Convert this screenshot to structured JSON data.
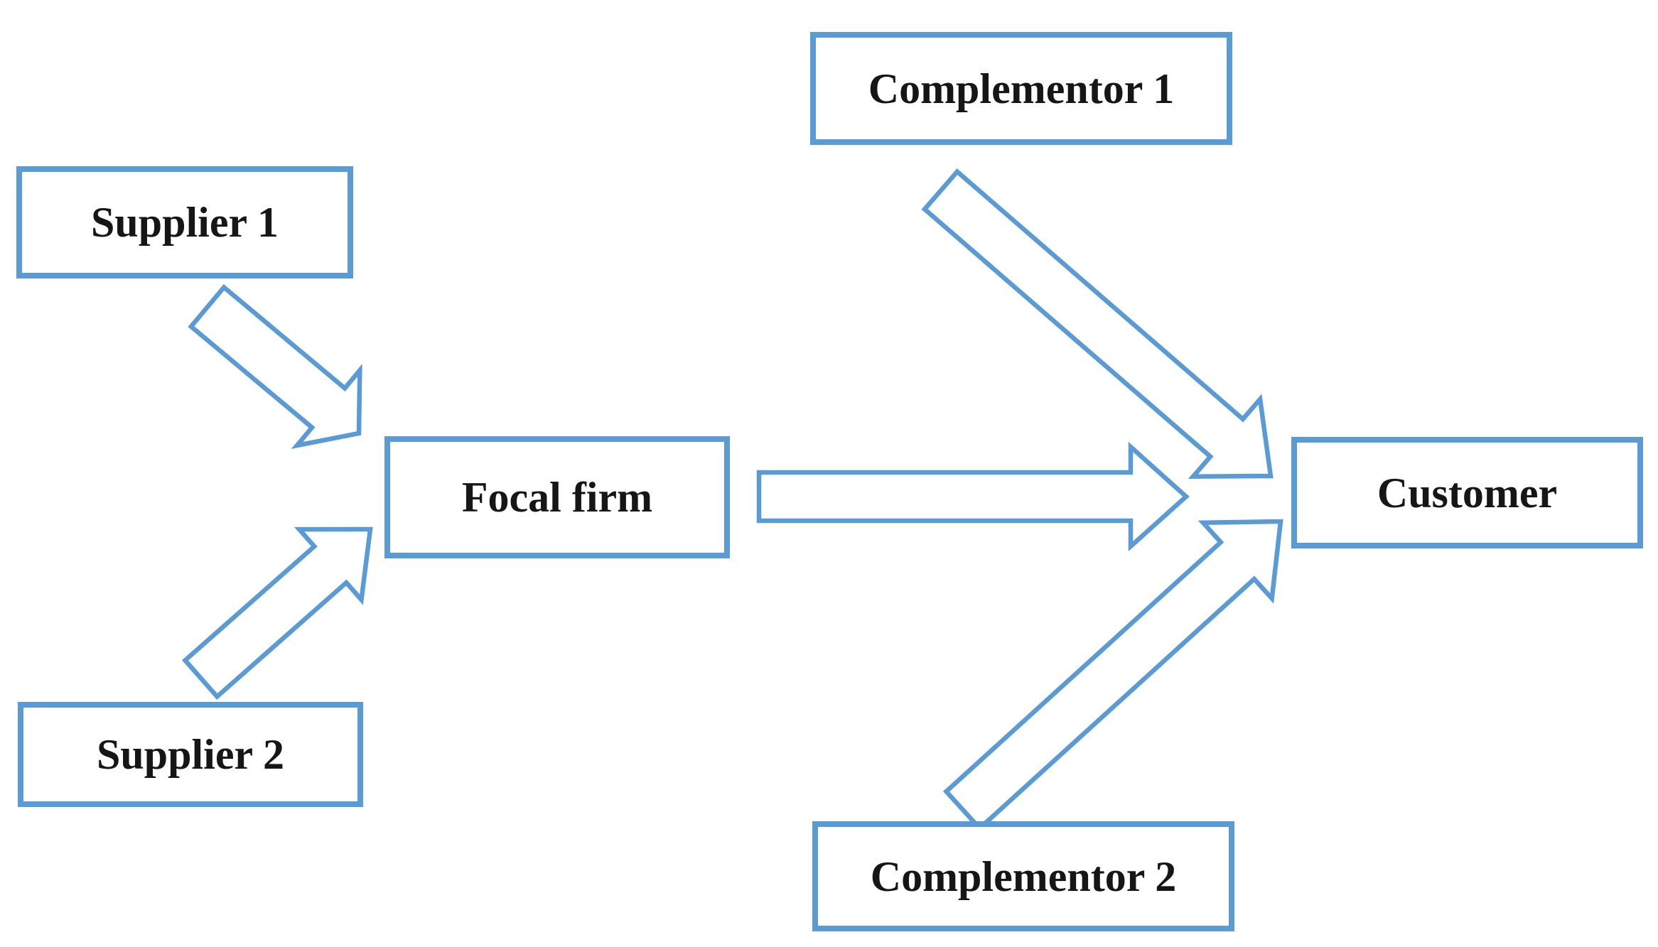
{
  "colors": {
    "accent": "#5B9BD5",
    "box_fill": "#FFFFFF",
    "text": "#161616",
    "background": "#FFFFFF"
  },
  "diagram": {
    "type": "value-network-diagram",
    "nodes": {
      "supplier1": {
        "label": "Supplier 1"
      },
      "supplier2": {
        "label": "Supplier 2"
      },
      "focal_firm": {
        "label": "Focal firm"
      },
      "complementor1": {
        "label": "Complementor 1"
      },
      "complementor2": {
        "label": "Complementor 2"
      },
      "customer": {
        "label": "Customer"
      }
    },
    "edges": [
      {
        "from": "Supplier 1",
        "to": "Focal firm",
        "style": "block-arrow"
      },
      {
        "from": "Supplier 2",
        "to": "Focal firm",
        "style": "block-arrow"
      },
      {
        "from": "Focal firm",
        "to": "Customer",
        "style": "block-arrow"
      },
      {
        "from": "Complementor 1",
        "to": "Customer",
        "style": "block-arrow"
      },
      {
        "from": "Complementor 2",
        "to": "Customer",
        "style": "block-arrow"
      }
    ]
  }
}
